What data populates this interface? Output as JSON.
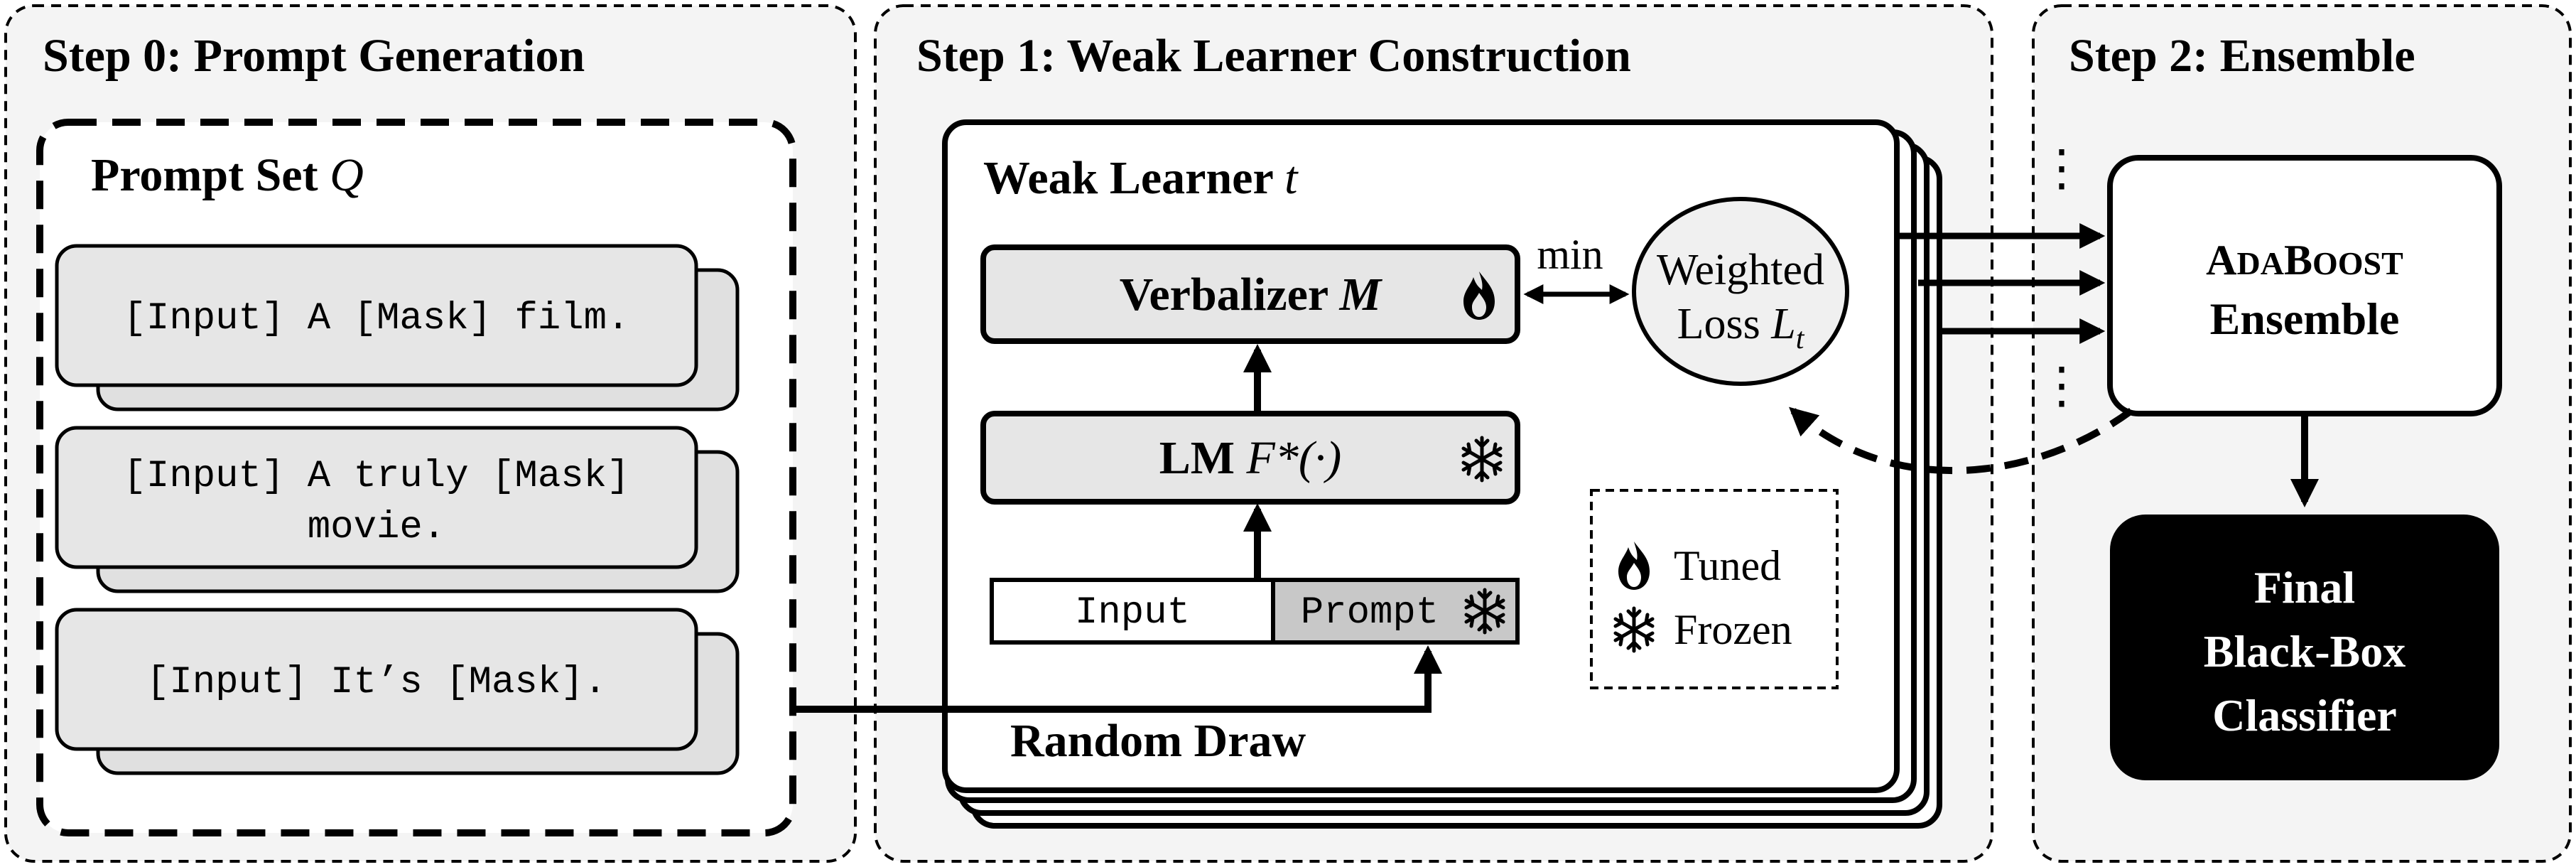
{
  "steps": {
    "step0_title": "Step 0: Prompt Generation",
    "step1_title": "Step 1: Weak Learner Construction",
    "step2_title": "Step 2: Ensemble"
  },
  "prompt_set": {
    "title": "Prompt Set",
    "symbol": "Q",
    "prompts": [
      {
        "lines": [
          "[Input] A [Mask] film."
        ]
      },
      {
        "lines": [
          "[Input] A truly [Mask]",
          "movie."
        ]
      },
      {
        "lines": [
          "[Input] It’s [Mask]."
        ]
      }
    ]
  },
  "weak_learner": {
    "title": "Weak Learner",
    "index": "t",
    "verbalizer_label": "Verbalizer",
    "verbalizer_symbol": "M",
    "lm_label": "LM",
    "lm_symbol": "F*(·)",
    "input_label": "Input",
    "prompt_label": "Prompt",
    "min_label": "min",
    "loss_line1": "Weighted",
    "loss_line2": "Loss",
    "loss_symbol": "L",
    "loss_subscript": "t",
    "random_draw": "Random Draw"
  },
  "legend": {
    "tuned": "Tuned",
    "frozen": "Frozen"
  },
  "ensemble": {
    "adaboost_a": "A",
    "adaboost_da": "DA",
    "adaboost_b": "B",
    "adaboost_oost": "OOST",
    "label": "Ensemble",
    "ellipsis_top": "⋮",
    "ellipsis_bottom": "⋮"
  },
  "final": {
    "lines": [
      "Final",
      "Black-Box",
      "Classifier"
    ]
  },
  "icons": {
    "tuned": "flame-icon",
    "frozen": "snowflake-icon"
  },
  "colors": {
    "panel_fill": "#f4f4f4",
    "box_fill": "#e6e6e6",
    "prompt_fill": "#c8c8c8",
    "final_fill": "#000000",
    "stroke": "#000000"
  }
}
